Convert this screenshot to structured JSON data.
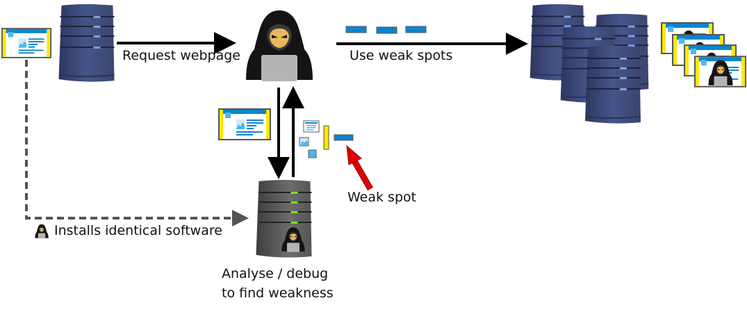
{
  "labels": {
    "request_webpage": "Request webpage",
    "use_weak_spots": "Use weak spots",
    "weak_spot": "Weak spot",
    "installs_identical_software": "Installs identical software",
    "analyse_line1": "Analyse / debug",
    "analyse_line2": "to find weakness"
  },
  "colors": {
    "server_blue": "#3d4a72",
    "server_gray": "#5a5a5a",
    "page_frame": "#555555",
    "page_yellow": "#ffe600",
    "page_blue": "#0a84d0",
    "page_lightblue": "#4ab8f0",
    "arrow_black": "#000000",
    "arrow_dashed": "#555555",
    "arrow_red": "#e00000",
    "led_green": "#7ee02a",
    "hacker_black": "#141414",
    "hacker_face": "#e8b85c",
    "laptop_gray": "#b4b4b4"
  }
}
